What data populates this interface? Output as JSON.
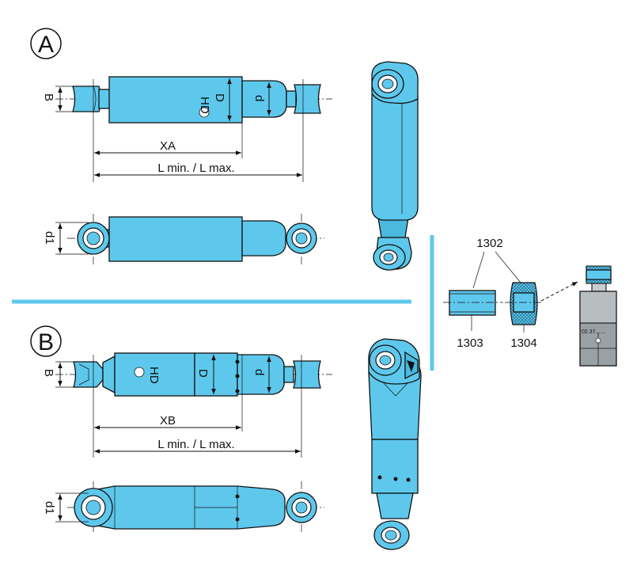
{
  "variant_a": {
    "marker": "A",
    "dim_b": "B",
    "dim_d_outer": "D",
    "dim_d_inner": "d",
    "dim_xa": "XA",
    "dim_l": "L min. / L max.",
    "dim_d1": "d1",
    "stamp_hd": "HD"
  },
  "variant_b": {
    "marker": "B",
    "dim_b": "B",
    "dim_d_outer": "D",
    "dim_d_inner": "d",
    "dim_xb": "XB",
    "dim_l": "L min. / L max.",
    "dim_d1": "d1",
    "stamp_hd": "HD"
  },
  "parts": {
    "callout_top": "1302",
    "callout_left": "1303",
    "callout_right": "1304",
    "date_stamp": "02.37......."
  },
  "colors": {
    "body": "#5ec8ec",
    "divider": "#5ec8ec",
    "grey_part": "#9aa1a5"
  }
}
